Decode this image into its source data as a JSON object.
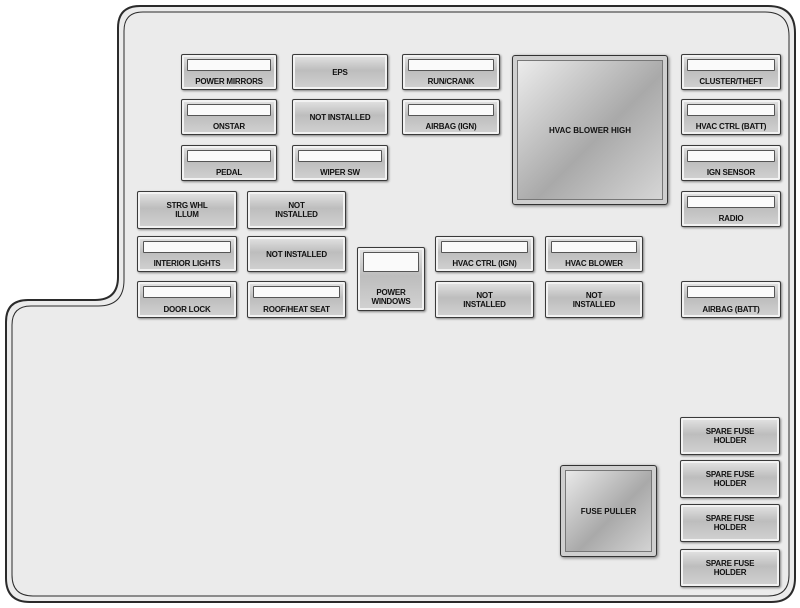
{
  "fuse_panel": {
    "small_fuses": [
      {
        "id": "power-mirrors",
        "label": "POWER MIRRORS"
      },
      {
        "id": "eps",
        "label": "EPS"
      },
      {
        "id": "run-crank",
        "label": "RUN/CRANK"
      },
      {
        "id": "cluster-theft",
        "label": "CLUSTER/THEFT"
      },
      {
        "id": "onstar",
        "label": "ONSTAR"
      },
      {
        "id": "not-installed-1",
        "label": "NOT INSTALLED"
      },
      {
        "id": "airbag-ign",
        "label": "AIRBAG (IGN)"
      },
      {
        "id": "hvac-ctrl-batt",
        "label": "HVAC CTRL (BATT)"
      },
      {
        "id": "pedal",
        "label": "PEDAL"
      },
      {
        "id": "wiper-sw",
        "label": "WIPER SW"
      },
      {
        "id": "ign-sensor",
        "label": "IGN SENSOR"
      },
      {
        "id": "strg-whl-illum",
        "label": "STRG WHL\nILLUM"
      },
      {
        "id": "not-installed-2",
        "label": "NOT\nINSTALLED"
      },
      {
        "id": "radio",
        "label": "RADIO"
      },
      {
        "id": "interior-lights",
        "label": "INTERIOR LIGHTS"
      },
      {
        "id": "not-installed-3",
        "label": "NOT INSTALLED"
      },
      {
        "id": "power-windows",
        "label": "POWER\nWINDOWS"
      },
      {
        "id": "hvac-ctrl-ign",
        "label": "HVAC CTRL (IGN)"
      },
      {
        "id": "hvac-blower",
        "label": "HVAC BLOWER"
      },
      {
        "id": "door-lock",
        "label": "DOOR LOCK"
      },
      {
        "id": "roof-heat-seat",
        "label": "ROOF/HEAT SEAT"
      },
      {
        "id": "not-installed-4",
        "label": "NOT\nINSTALLED"
      },
      {
        "id": "not-installed-5",
        "label": "NOT\nINSTALLED"
      },
      {
        "id": "airbag-batt",
        "label": "AIRBAG (BATT)"
      }
    ],
    "large_components": [
      {
        "id": "hvac-blower-high",
        "label": "HVAC BLOWER HIGH"
      },
      {
        "id": "fuse-puller",
        "label": "FUSE PULLER"
      }
    ],
    "spare_holders": [
      {
        "id": "spare-1",
        "label": "SPARE FUSE\nHOLDER"
      },
      {
        "id": "spare-2",
        "label": "SPARE FUSE\nHOLDER"
      },
      {
        "id": "spare-3",
        "label": "SPARE FUSE\nHOLDER"
      },
      {
        "id": "spare-4",
        "label": "SPARE FUSE\nHOLDER"
      }
    ]
  }
}
